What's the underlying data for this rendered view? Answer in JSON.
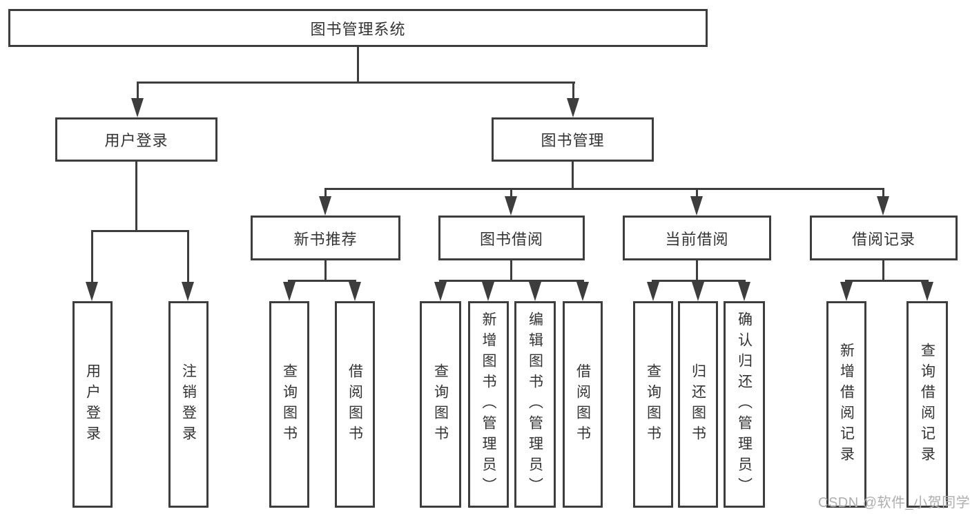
{
  "diagram": {
    "title": "图书管理系统",
    "level2": [
      "用户登录",
      "图书管理"
    ],
    "level3": [
      "新书推荐",
      "图书借阅",
      "当前借阅",
      "借阅记录"
    ],
    "leaves": {
      "user_login_children": [
        "用户登录",
        "注销登录"
      ],
      "new_book_children": [
        "查询图书",
        "借阅图书"
      ],
      "book_borrow_children": [
        "查询图书",
        "新增图书（管理员）",
        "编辑图书（管理员）",
        "借阅图书"
      ],
      "current_borrow_children": [
        "查询图书",
        "归还图书",
        "确认归还（管理员）"
      ],
      "borrow_record_children": [
        "新增借阅记录",
        "查询借阅记录"
      ]
    },
    "colors": {
      "line": "#3d3d3d",
      "text": "#333333",
      "background": "#ffffff",
      "watermark": "#aeaeae"
    }
  },
  "watermark": {
    "text": "CSDN @软件_小贺同学"
  }
}
